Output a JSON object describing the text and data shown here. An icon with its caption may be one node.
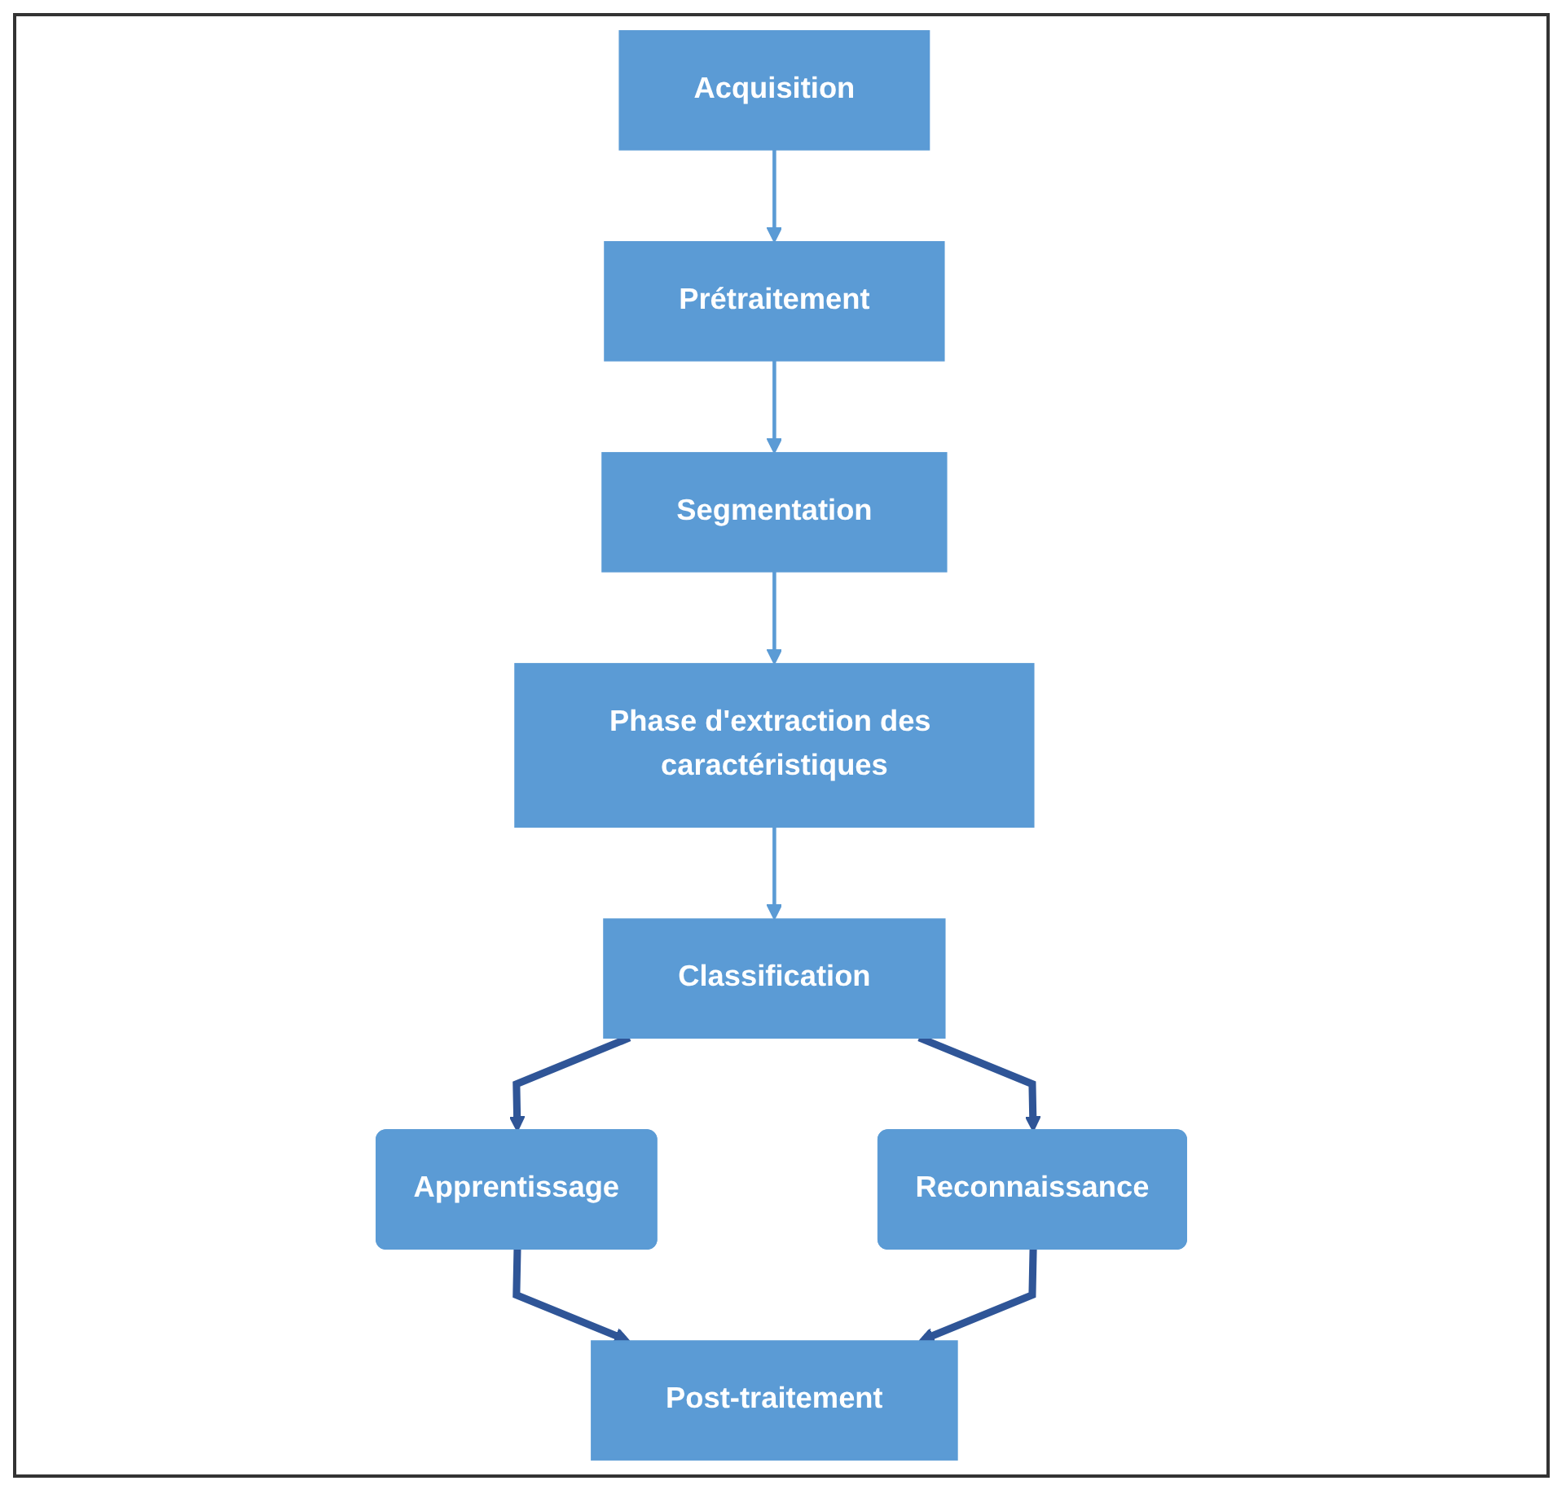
{
  "diagram": {
    "nodes": [
      {
        "text": [
          "Acquisition"
        ]
      },
      {
        "text": [
          "Prétraitement"
        ]
      },
      {
        "text": [
          "Segmentation"
        ]
      },
      {
        "text": [
          "Phase d'extraction des caractéristiques"
        ]
      },
      {
        "text": [
          "Classification"
        ]
      },
      {
        "text": [
          "Apprentissage"
        ]
      },
      {
        "text": [
          "Reconnaissance"
        ]
      },
      {
        "text": [
          "Post-traitement"
        ]
      }
    ],
    "edges": [
      {
        "from": 0,
        "to": 1,
        "arrow": "to"
      },
      {
        "from": 1,
        "to": 2,
        "arrow": "to"
      },
      {
        "from": 2,
        "to": 3,
        "arrow": "to"
      },
      {
        "from": 3,
        "to": 4,
        "arrow": "to"
      },
      {
        "from": 4,
        "to": 5,
        "arrow": "to",
        "style": "thick",
        "color": "#2f5597"
      },
      {
        "from": 4,
        "to": 6,
        "arrow": "to",
        "style": "thick",
        "color": "#2f5597"
      },
      {
        "from": 5,
        "to": 7,
        "arrow": "to",
        "style": "thick",
        "color": "#2f5597"
      },
      {
        "from": 6,
        "to": 7,
        "arrow": "to",
        "style": "thick",
        "color": "#2f5597"
      }
    ]
  }
}
